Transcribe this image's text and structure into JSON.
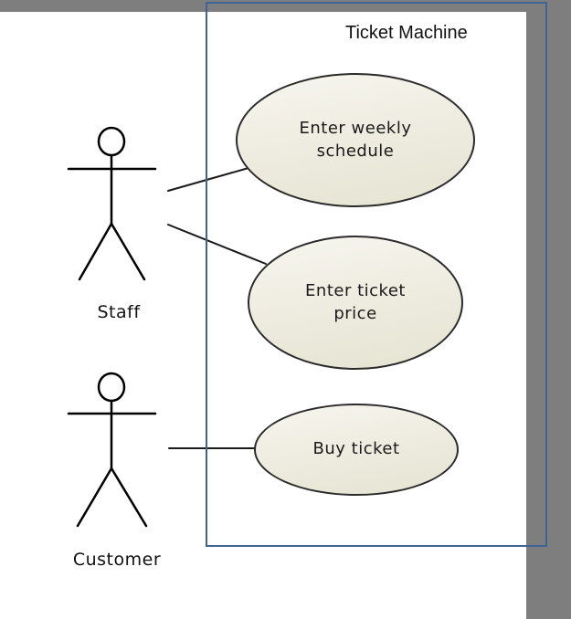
{
  "diagram": {
    "type": "uml-use-case",
    "system": {
      "title": "Ticket Machine"
    },
    "actors": [
      {
        "id": "staff",
        "name": "Staff"
      },
      {
        "id": "customer",
        "name": "Customer"
      }
    ],
    "use_cases": [
      {
        "id": "enter-weekly-schedule",
        "lines": [
          "Enter weekly",
          "schedule"
        ]
      },
      {
        "id": "enter-ticket-price",
        "lines": [
          "Enter ticket",
          "price"
        ]
      },
      {
        "id": "buy-ticket",
        "lines": [
          "Buy ticket"
        ]
      }
    ],
    "associations": [
      {
        "from": "Staff",
        "to": "Enter weekly schedule"
      },
      {
        "from": "Staff",
        "to": "Enter ticket price"
      },
      {
        "from": "Customer",
        "to": "Buy ticket"
      }
    ],
    "colors": {
      "boundary_blue": "#3d6397",
      "pasteboard_gray": "#7e7e7e",
      "ellipse_fill_light": "#f7f6ef",
      "ellipse_fill_dark": "#e5e3d1",
      "shape_stroke": "#2b2b2b",
      "slide_background": "#ffffff"
    }
  }
}
